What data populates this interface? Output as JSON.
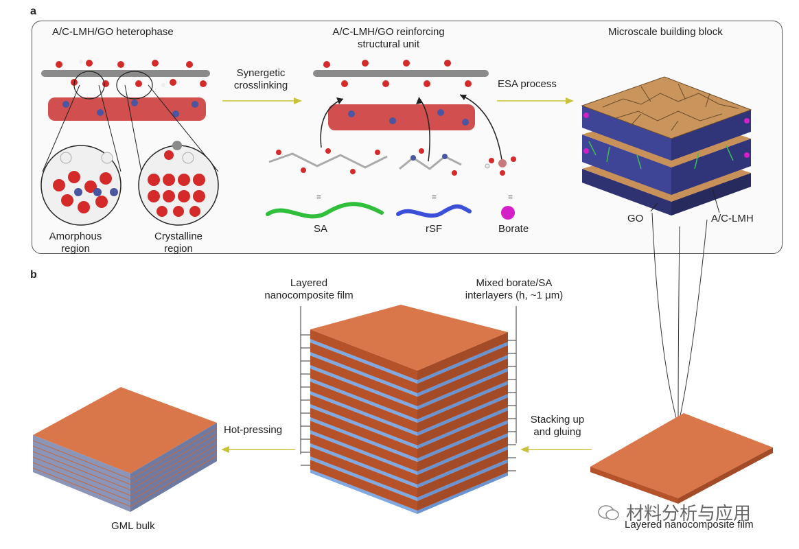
{
  "panel_a": {
    "letter": "a",
    "heterophase_title": "A/C-LMH/GO heterophase",
    "reinforcing_title_line1": "A/C-LMH/GO reinforcing",
    "reinforcing_title_line2": "structural unit",
    "building_block_title": "Microscale building block",
    "synergetic_line1": "Synergetic",
    "synergetic_line2": "crosslinking",
    "esa_process": "ESA process",
    "amorphous_line1": "Amorphous",
    "amorphous_line2": "region",
    "crystalline_line1": "Crystalline",
    "crystalline_line2": "region",
    "legend": [
      {
        "label": "SA",
        "color": "#2fbf3a"
      },
      {
        "label": "rSF",
        "color": "#3b4fd8"
      },
      {
        "label": "Borate",
        "color": "#d21fc7"
      }
    ],
    "equals_sign": "=",
    "go_label": "GO",
    "aclmh_label": "A/C-LMH"
  },
  "panel_b": {
    "letter": "b",
    "layered_film_line1": "Layered",
    "layered_film_line2": "nanocomposite film",
    "interlayers_line1": "Mixed borate/SA",
    "interlayers_line2": "interlayers (h, ~1 μm)",
    "hot_pressing": "Hot-pressing",
    "stacking_line1": "Stacking up",
    "stacking_line2": "and gluing",
    "gml_bulk": "GML bulk",
    "single_film": "Layered nanocomposite film"
  },
  "watermark": "材料分析与应用",
  "colors": {
    "film_top": "#d9774a",
    "film_side": "#b5522a",
    "interlayer": "#7fa9e0",
    "arrow": "#c8c23a",
    "atom_red": "#d42a2a",
    "atom_gray": "#8a8a8a",
    "atom_blue": "#4a56a0"
  }
}
